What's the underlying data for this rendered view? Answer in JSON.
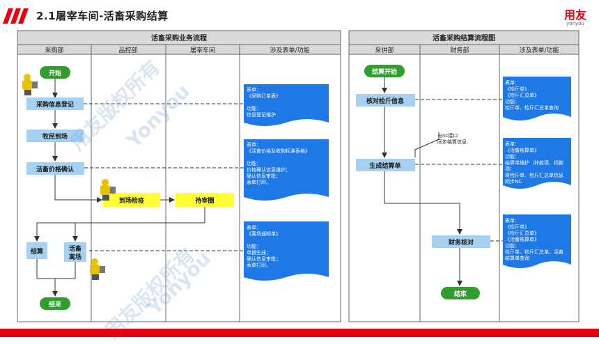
{
  "page": {
    "title": "2.1屠宰车间-活畜采购结算",
    "logo_main": "用友",
    "logo_sub": "yonyou"
  },
  "left_diagram": {
    "title": "活畜采购业务流程",
    "lanes": [
      "采购部",
      "品控部",
      "屠宰车间",
      "涉及表单/功能"
    ],
    "nodes": {
      "start": "开始",
      "purchase_info": "采购信息登记",
      "herdsman": "牧民到场",
      "price_confirm": "活畜价格确认",
      "quarantine": "到场检疫",
      "pen": "待宰圈",
      "settle": "结算",
      "leave_1": "活畜",
      "leave_2": "离场",
      "end": "结束"
    },
    "docs": [
      {
        "lines": [
          "表单：",
          "《采购订单表》",
          "",
          "功能：",
          "信息登记维护"
        ]
      },
      {
        "lines": [
          "表单：",
          "《活畜价格及收购标准表格》",
          "",
          "功能：",
          "价格确认信息维护；",
          "确认信息审批；",
          "表单打印。"
        ]
      },
      {
        "lines": [
          "表单：",
          "《离场通知单》",
          "",
          "功能：",
          "单据生成；",
          "确认信息审批；",
          "表单打印。"
        ]
      }
    ]
  },
  "right_diagram": {
    "title": "活畜采购结算流程图",
    "lanes": [
      "采供部",
      "财务部",
      "涉及表单/功能"
    ],
    "nodes": {
      "start": "结算开始",
      "verify": "核对检斤信息",
      "generate": "生成结算单",
      "finance_check": "财务核对",
      "end": "结束"
    },
    "note": [
      "与nc接口",
      "同步结算信息"
    ],
    "docs": [
      {
        "lines": [
          "表单：",
          "《检斤单》",
          "《检斤汇总单》",
          "功能：",
          "检斤单、检斤汇总单查询"
        ]
      },
      {
        "lines": [
          "表单：",
          "《活畜结算单》",
          "功能：",
          "结算单维护（补款项，扣款",
          "项）",
          "将检斤单、检斤汇总单信息",
          "同步NC"
        ]
      },
      {
        "lines": [
          "表单：",
          "《检斤单》",
          "《检斤汇总单》",
          "《活畜结算单》",
          "功能：",
          "检斤单、检斤汇总单、活畜",
          "结算单查询"
        ]
      }
    ]
  },
  "watermark": [
    "用友版权所有",
    "Yonyou"
  ],
  "colors": {
    "accent_red": "#e60012",
    "process_blue": "#a6d1f0",
    "terminal_green": "#2f9e2f",
    "highlight_yellow": "#ffff33",
    "doc_blue": "#1e78e6",
    "header_gray": "#d9d9d9"
  }
}
